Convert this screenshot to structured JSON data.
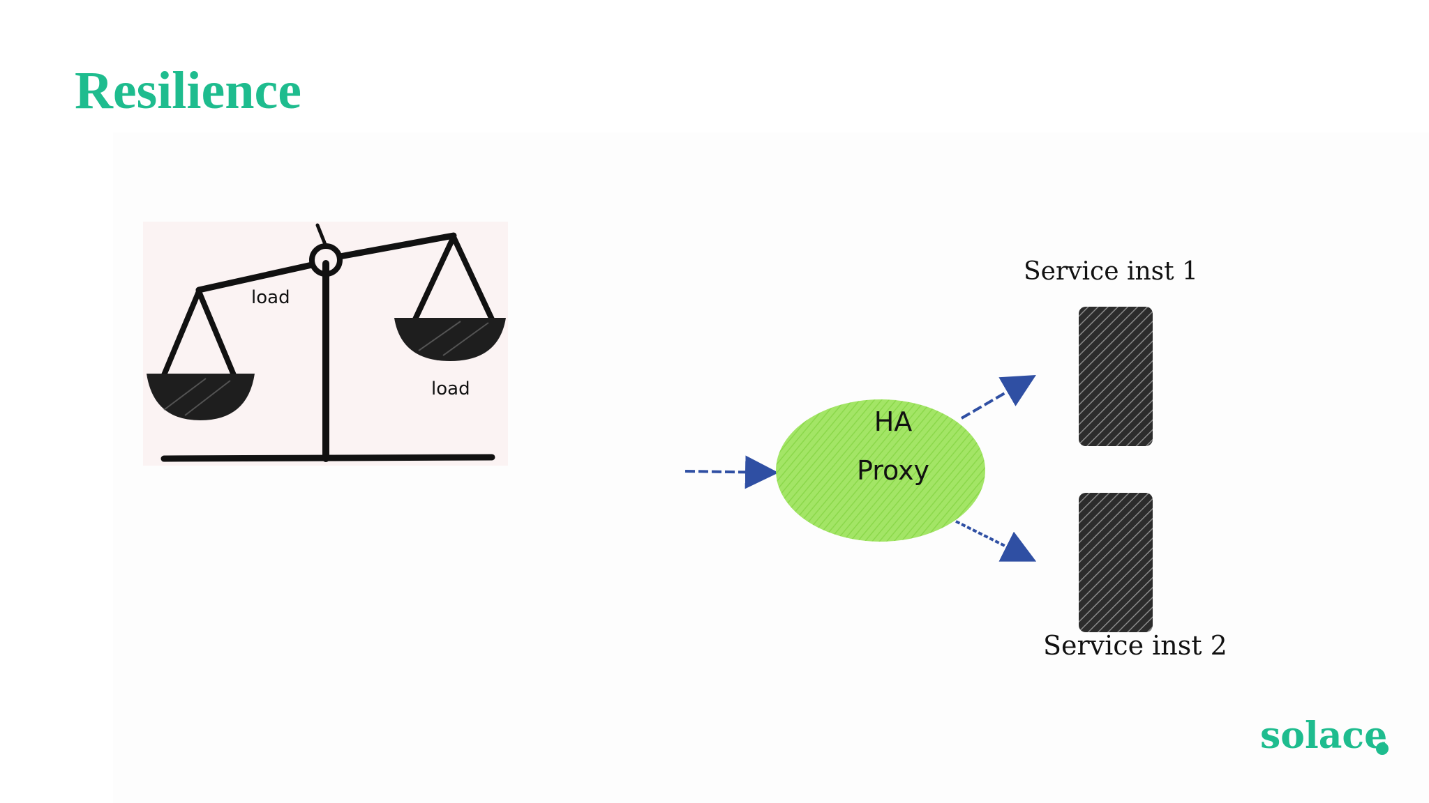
{
  "slide": {
    "title": "Resilience"
  },
  "scale_illustration": {
    "left_pan_label": "load",
    "right_pan_label": "load"
  },
  "proxy_diagram": {
    "proxy": {
      "line1": "HA",
      "line2": "Proxy",
      "fill_color": "#9be35a"
    },
    "instances": [
      {
        "label": "Service inst 1"
      },
      {
        "label": "Service inst 2"
      }
    ],
    "arrow_color": "#2f4fa3"
  },
  "branding": {
    "logo_text": "solace",
    "color": "#1ebc8e"
  }
}
